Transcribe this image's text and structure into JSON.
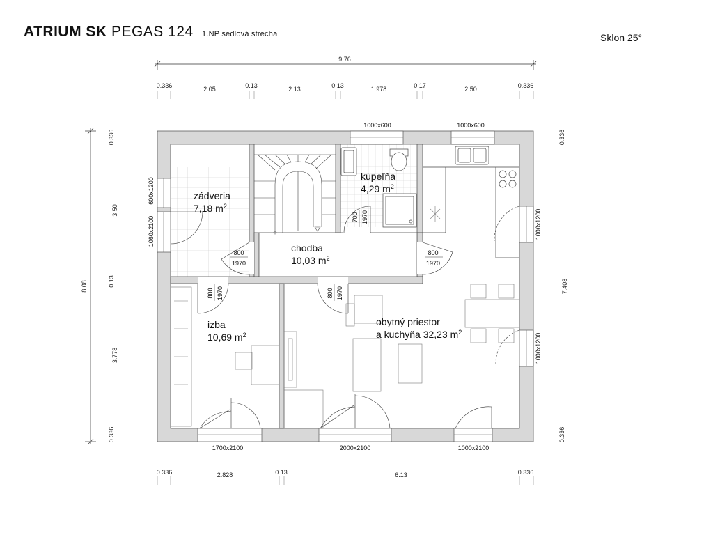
{
  "header": {
    "brand": "ATRIUM SK",
    "model": "PEGAS 124",
    "subtitle": "1.NP  sedlová strecha",
    "slope": "Sklon 25°"
  },
  "dimensions": {
    "top_total": "9.76",
    "top": [
      "0.336",
      "2.05",
      "0.13",
      "2.13",
      "0.13",
      "1.978",
      "0.17",
      "2.50",
      "0.336"
    ],
    "bottom": [
      "0.336",
      "2.828",
      "0.13",
      "6.13",
      "0.336"
    ],
    "left_total": "8.08",
    "left": [
      "0.336",
      "3.50",
      "0.13",
      "3.778",
      "0.336"
    ],
    "right": [
      "0.336",
      "7.408",
      "0.336"
    ]
  },
  "rooms": {
    "zadveria": {
      "name": "zádveria",
      "area": "7,18 m",
      "sup": "2"
    },
    "chodba": {
      "name": "chodba",
      "area": "10,03 m",
      "sup": "2"
    },
    "kupelna": {
      "name": "kúpeľňa",
      "area": "4,29 m",
      "sup": "2"
    },
    "izba": {
      "name": "izba",
      "area": "10,69 m",
      "sup": "2"
    },
    "obytny": {
      "name": "obytný priestor",
      "area": "a kuchyňa 32,23 m",
      "sup": "2"
    }
  },
  "openings": {
    "win_top_bath": "1000x600",
    "win_top_kitchen": "1000x600",
    "win_left_upper": "600x1200",
    "win_left_lower": "1060x2100",
    "win_right_upper": "1000x1200",
    "win_right_lower": "1000x1200",
    "win_bottom_izba": "1700x2100",
    "win_bottom_living": "2000x2100",
    "door_bottom_right": "1000x2100",
    "door_zad_w": "800",
    "door_zad_h": "1970",
    "door_kitchen_w": "800",
    "door_kitchen_h": "1970",
    "door_bath_w": "700",
    "door_bath_h": "1970",
    "door_izba_w": "800",
    "door_izba_h": "1970",
    "door_living_w": "800",
    "door_living_h": "1970"
  }
}
